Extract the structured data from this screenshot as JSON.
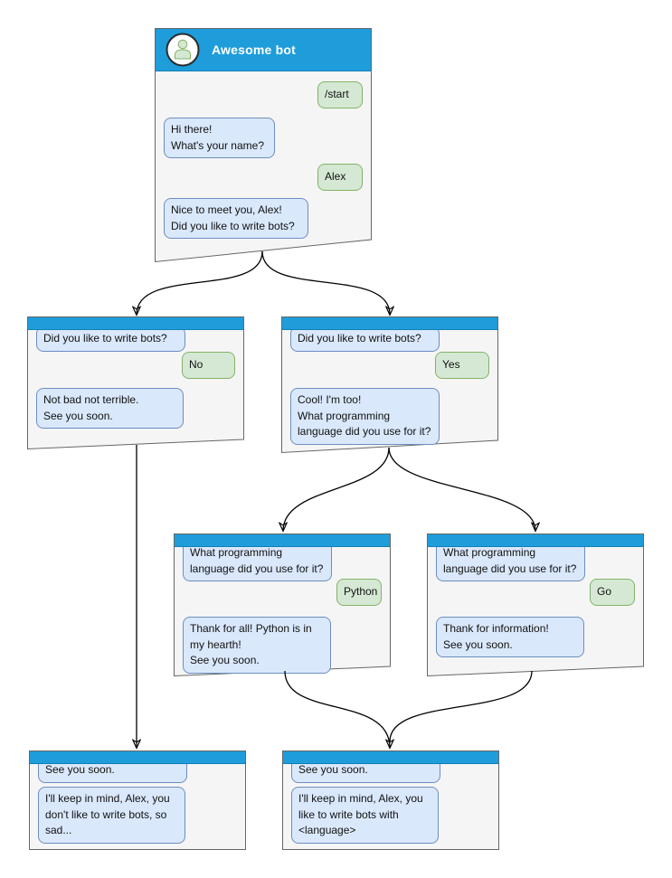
{
  "colors": {
    "titlebar_blue": "#1E9DDA",
    "window_fill": "#F5F5F5",
    "window_border": "#666666",
    "bot_bubble_fill": "#DAE8FC",
    "bot_bubble_border": "#6C8EBF",
    "user_bubble_fill": "#D5E8D4",
    "user_bubble_border": "#82B366",
    "arrow_color": "#000000",
    "title_text_color": "#FFFFFF"
  },
  "windows": {
    "root": {
      "title": "Awesome bot",
      "messages": [
        "/start",
        "Hi there!\nWhat's your name?",
        "Alex",
        "Nice to meet you, Alex!\nDid you like to write bots?"
      ]
    },
    "branch_no": {
      "messages": [
        "Did you like to write bots?",
        "No",
        "Not bad not terrible.\nSee you soon."
      ]
    },
    "branch_yes": {
      "messages": [
        "Did you like to write bots?",
        "Yes",
        "Cool! I'm too!\nWhat programming\nlanguage did you use for it?"
      ]
    },
    "branch_python": {
      "messages": [
        "What programming\nlanguage did you use for it?",
        "Python",
        "Thank for all! Python is in\nmy hearth!\nSee you soon."
      ]
    },
    "branch_go": {
      "messages": [
        "What programming\nlanguage did you use for it?",
        "Go",
        "Thank for information!\nSee you soon."
      ]
    },
    "end_no": {
      "messages": [
        "See you soon.",
        "I'll keep in mind, Alex, you\ndon't like to write bots, so\nsad..."
      ]
    },
    "end_yes": {
      "messages": [
        "See you soon.",
        "I'll keep in mind, Alex, you\nlike to write bots with\n<language>"
      ]
    }
  }
}
